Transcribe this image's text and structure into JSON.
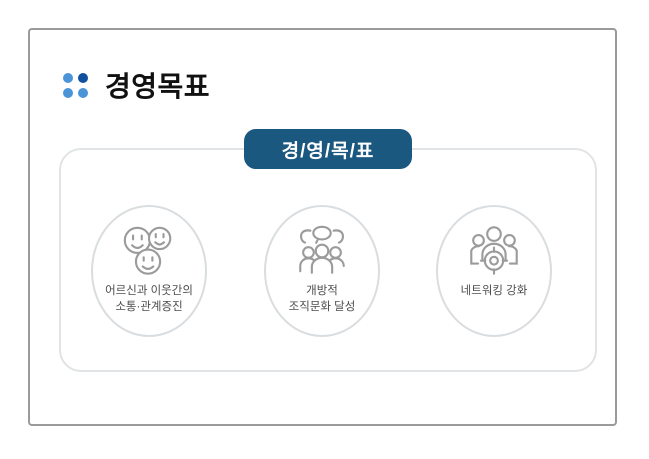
{
  "slide": {
    "title": "경영목표",
    "banner_label": "경/영/목/표",
    "items": [
      {
        "icon": "smiling-faces-icon",
        "line1": "어르신과 이웃간의",
        "line2": "소통·관계증진"
      },
      {
        "icon": "group-discussion-icon",
        "line1": "개방적",
        "line2": "조직문화 달성"
      },
      {
        "icon": "networking-target-icon",
        "line1": "네트워킹 강화",
        "line2": ""
      }
    ],
    "colors": {
      "banner_bg": "#1b5880",
      "accent_blue": "#4b94d8",
      "accent_dark_blue": "#10509f",
      "icon_gray": "#9b9b9b",
      "frame_border": "#9a9a9a",
      "box_border": "#e0e4e6",
      "circle_border": "#d9dde0",
      "label_text": "#4d4d4d",
      "title_text": "#111111"
    }
  }
}
